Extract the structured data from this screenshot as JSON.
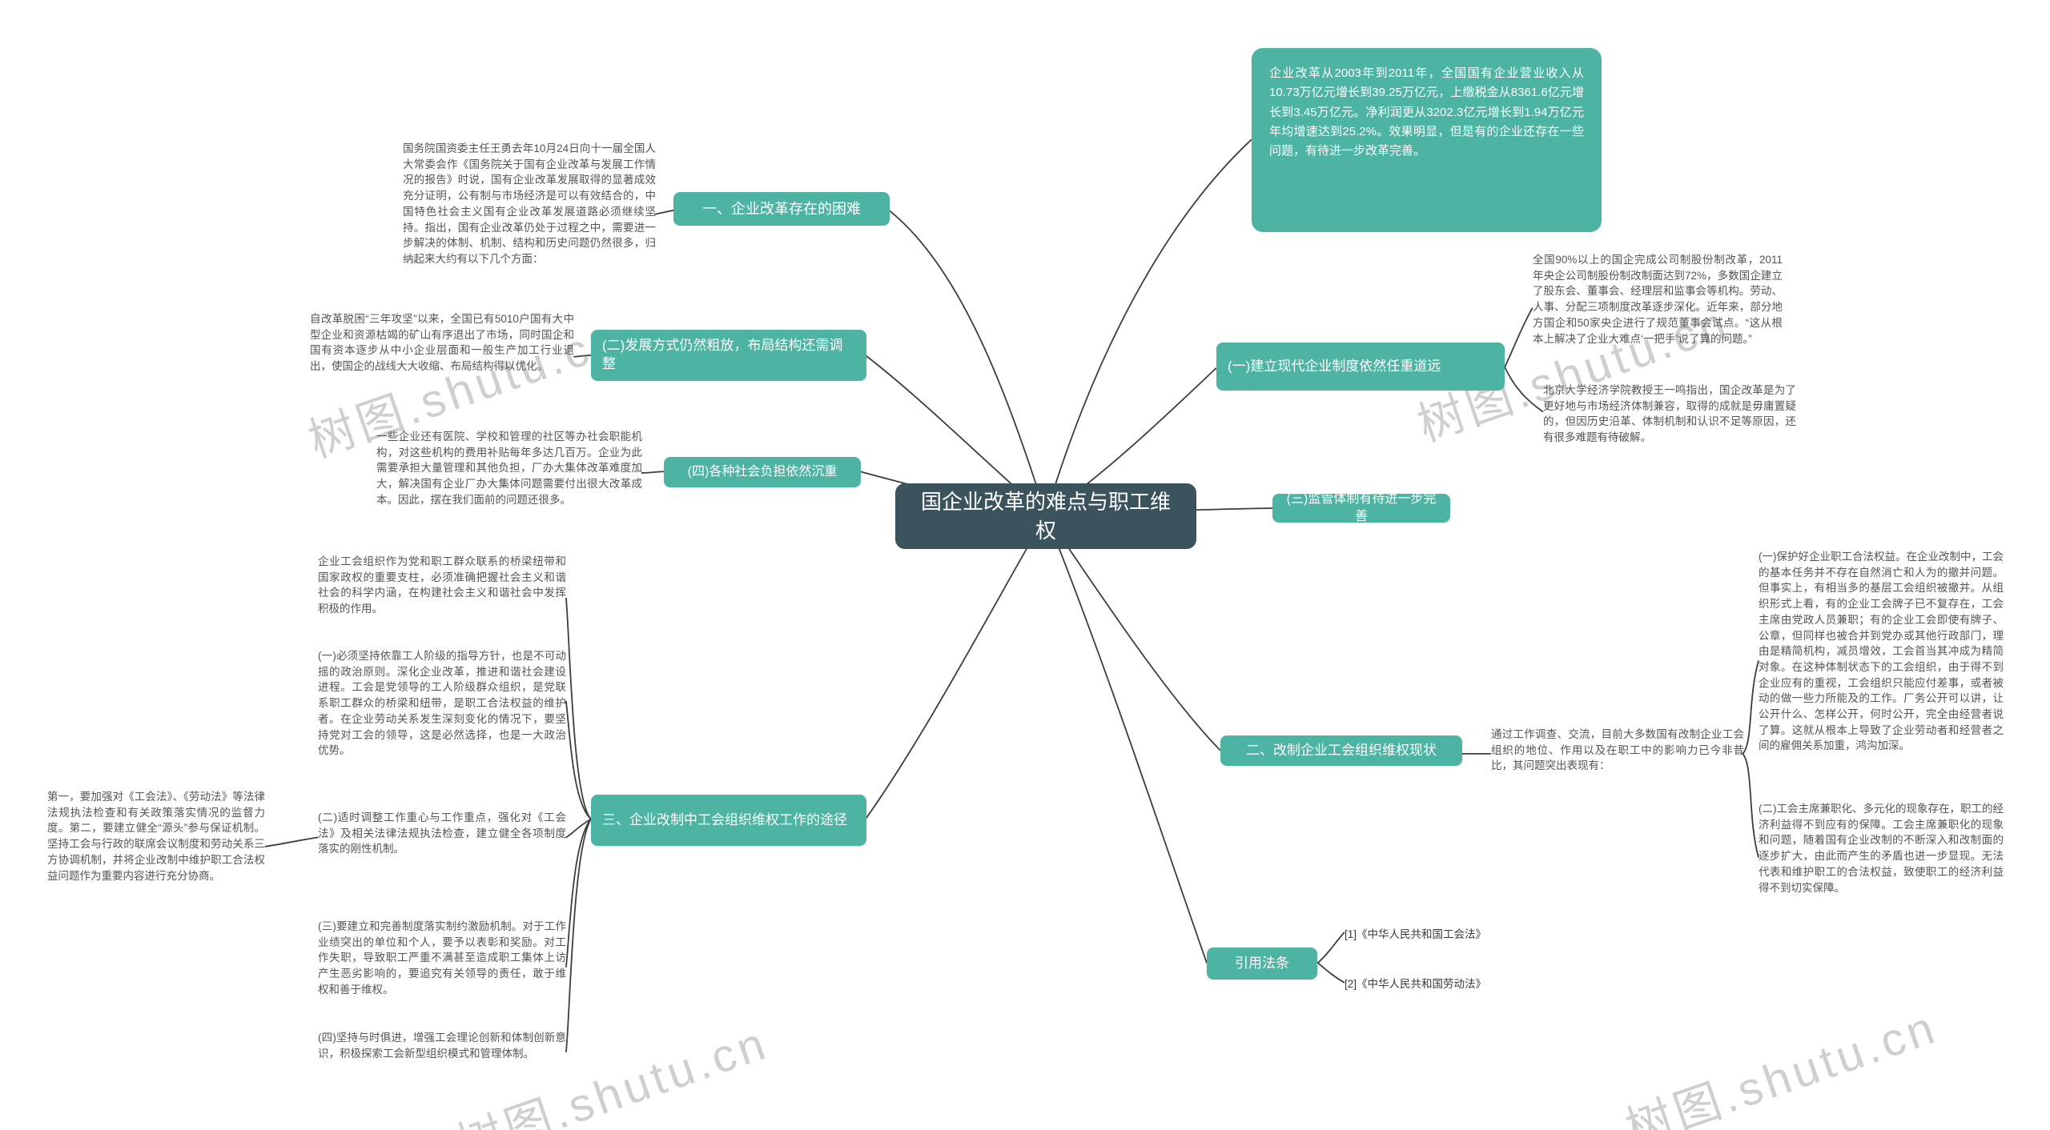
{
  "watermark": {
    "text": "树图.shutu.cn"
  },
  "center": {
    "label": "国企业改革的难点与职工维权"
  },
  "branch1": {
    "label": "一、企业改革存在的困难",
    "intro": "国务院国资委主任王勇去年10月24日向十一届全国人大常委会作《国务院关于国有企业改革与发展工作情况的报告》时说，国有企业改革发展取得的显著成效充分证明，公有制与市场经济是可以有效结合的，中国特色社会主义国有企业改革发展道路必须继续坚持。指出，国有企业改革仍处于过程之中，需要进一步解决的体制、机制、结构和历史问题仍然很多，归纳起来大约有以下几个方面：",
    "stats": "企业改革从2003年到2011年，全国国有企业营业收入从10.73万亿元增长到39.25万亿元，上缴税金从8361.6亿元增长到3.45万亿元。净利润更从3202.3亿元增长到1.94万亿元年均增速达到25.2%。效果明显，但是有的企业还存在一些问题，有待进一步改革完善。",
    "item1": {
      "label": "(一)建立现代企业制度依然任重道远",
      "note1": "全国90%以上的国企完成公司制股份制改革，2011年央企公司制股份制改制面达到72%，多数国企建立了股东会、董事会、经理层和监事会等机构。劳动、人事、分配三项制度改革逐步深化。近年来，部分地方国企和50家央企进行了规范董事会试点。“这从根本上解决了企业大难点‘一把手’说了算的问题。”",
      "note2": "北京大学经济学院教授王一鸣指出，国企改革是为了更好地与市场经济体制兼容，取得的成就是毋庸置疑的，但因历史沿革、体制机制和认识不足等原因，还有很多难题有待破解。"
    },
    "item2": {
      "label": "(二)发展方式仍然粗放，布局结构还需调整",
      "note": "自改革脱困“三年攻坚”以来，全国已有5010户国有大中型企业和资源枯竭的矿山有序退出了市场，同时国企和国有资本逐步从中小企业层面和一般生产加工行业退出，使国企的战线大大收缩、布局结构得以优化。"
    },
    "item3": {
      "label": "(三)监管体制有待进一步完善"
    },
    "item4": {
      "label": "(四)各种社会负担依然沉重",
      "note": "一些企业还有医院、学校和管理的社区等办社会职能机构，对这些机构的费用补贴每年多达几百万。企业为此需要承担大量管理和其他负担，厂办大集体改革难度加大，解决国有企业厂办大集体问题需要付出很大改革成本。因此，摆在我们面前的问题还很多。"
    }
  },
  "branch2": {
    "label": "二、改制企业工会组织维权现状",
    "note": "通过工作调查、交流，目前大多数国有改制企业工会组织的地位、作用以及在职工中的影响力已今非昔比，其问题突出表现有：",
    "issue1": "(一)保护好企业职工合法权益。在企业改制中，工会的基本任务并不存在自然消亡和人为的撤并问题。但事实上，有相当多的基层工会组织被撤并。从组织形式上看，有的企业工会牌子已不复存在，工会主席由党政人员兼职；有的企业工会即使有牌子、公章，但同样也被合并到党办或其他行政部门，理由是精简机构，减员增效，工会首当其冲成为精简对象。在这种体制状态下的工会组织，由于得不到企业应有的重视，工会组织只能应付差事，或者被动的做一些力所能及的工作。厂务公开可以讲，让公开什么、怎样公开，何时公开，完全由经营者说了算。这就从根本上导致了企业劳动者和经营者之间的雇佣关系加重，鸿沟加深。",
    "issue2": "(二)工会主席兼职化、多元化的现象存在，职工的经济利益得不到应有的保障。工会主席兼职化的现象和问题，随着国有企业改制的不断深入和改制面的逐步扩大，由此而产生的矛盾也进一步显现。无法代表和维护职工的合法权益，致使职工的经济利益得不到切实保障。"
  },
  "branch3": {
    "label": "三、企业改制中工会组织维权工作的途径",
    "points": [
      "企业工会组织作为党和职工群众联系的桥梁纽带和国家政权的重要支柱，必须准确把握社会主义和谐社会的科学内涵，在构建社会主义和谐社会中发挥积极的作用。",
      "(一)必须坚持依靠工人阶级的指导方针，也是不可动摇的政治原则。深化企业改革，推进和谐社会建设进程。工会是党领导的工人阶级群众组织，是党联系职工群众的桥梁和纽带，是职工合法权益的维护者。在企业劳动关系发生深刻变化的情况下，要坚持党对工会的领导，这是必然选择，也是一大政治优势。",
      "(二)适时调整工作重心与工作重点，强化对《工会法》及相关法律法规执法检查，建立健全各项制度落实的刚性机制。",
      "(三)要建立和完善制度落实制约激励机制。对于工作业绩突出的单位和个人，要予以表彰和奖励。对工作失职，导致职工严重不满甚至造成职工集体上访产生恶劣影响的，要追究有关领导的责任，敢于维权和善于维权。",
      "(四)坚持与时俱进，增强工会理论创新和体制创新意识，积极探索工会新型组织模式和管理体制。"
    ],
    "detail": "第一，要加强对《工会法》、《劳动法》等法律法规执法检查和有关政策落实情况的监督力度。第二，要建立健全“源头”参与保证机制。坚持工会与行政的联席会议制度和劳动关系三方协调机制，并将企业改制中维护职工合法权益问题作为重要内容进行充分协商。"
  },
  "branch4": {
    "label": "引用法条",
    "refs": [
      "[1]《中华人民共和国工会法》",
      "[2]《中华人民共和国劳动法》"
    ]
  }
}
